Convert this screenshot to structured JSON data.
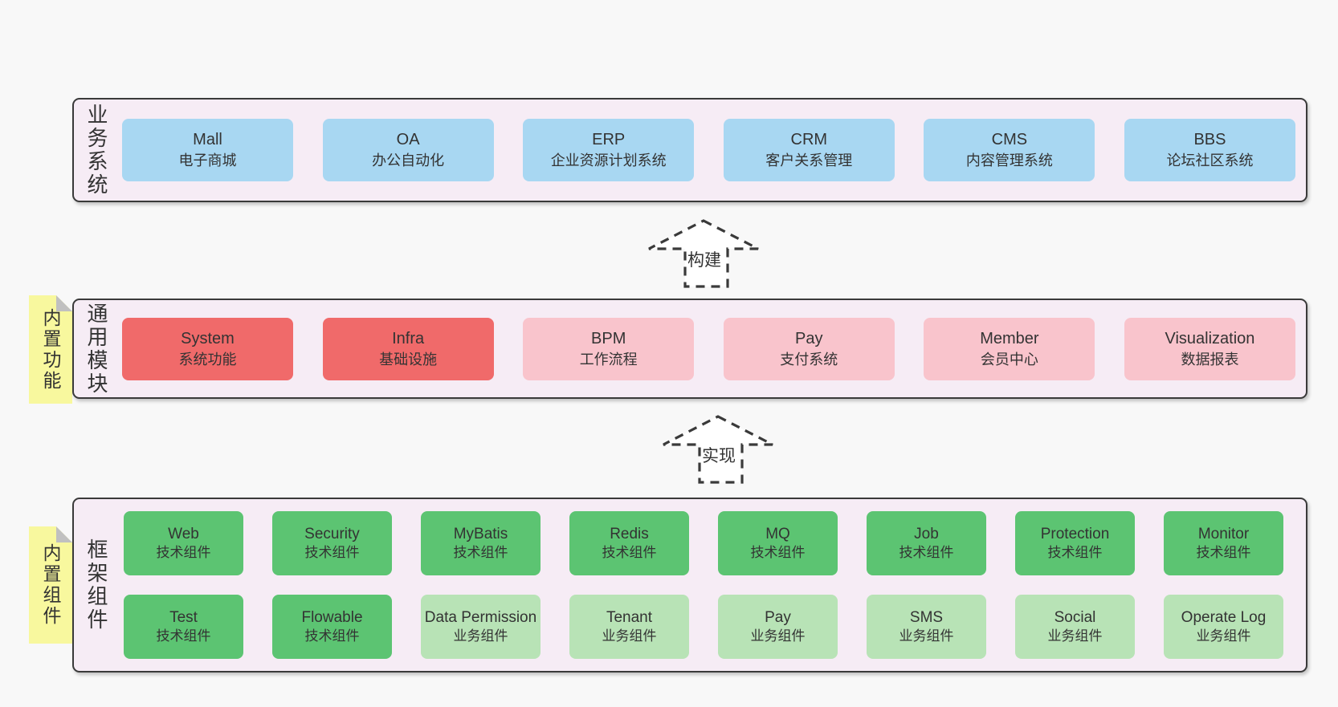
{
  "colors": {
    "page_bg": "#f8f8f8",
    "band_bg": "#f6ecf5",
    "band_border": "#3a3a3a",
    "box_blue": "#a8d7f2",
    "box_red": "#f06a6a",
    "box_pink": "#f9c4cc",
    "box_green": "#5cc472",
    "box_light_green": "#b8e3b6",
    "note_yellow": "#f8f89e",
    "note_fold_gray": "#c0c0c0",
    "arrow_stroke": "#3a3a3a",
    "arrow_fill": "#ffffff",
    "text_dark": "#333333"
  },
  "layers": [
    {
      "label": "业务系统",
      "boxes": [
        {
          "name": "Mall",
          "subtitle": "电子商城"
        },
        {
          "name": "OA",
          "subtitle": "办公自动化"
        },
        {
          "name": "ERP",
          "subtitle": "企业资源计划系统"
        },
        {
          "name": "CRM",
          "subtitle": "客户关系管理"
        },
        {
          "name": "CMS",
          "subtitle": "内容管理系统"
        },
        {
          "name": "BBS",
          "subtitle": "论坛社区系统"
        }
      ]
    },
    {
      "label": "通用模块",
      "note": "内置功能",
      "boxes": [
        {
          "name": "System",
          "subtitle": "系统功能"
        },
        {
          "name": "Infra",
          "subtitle": "基础设施"
        },
        {
          "name": "BPM",
          "subtitle": "工作流程"
        },
        {
          "name": "Pay",
          "subtitle": "支付系统"
        },
        {
          "name": "Member",
          "subtitle": "会员中心"
        },
        {
          "name": "Visualization",
          "subtitle": "数据报表"
        }
      ]
    },
    {
      "label": "框架组件",
      "note": "内置组件",
      "rows": [
        [
          {
            "name": "Web",
            "subtitle": "技术组件"
          },
          {
            "name": "Security",
            "subtitle": "技术组件"
          },
          {
            "name": "MyBatis",
            "subtitle": "技术组件"
          },
          {
            "name": "Redis",
            "subtitle": "技术组件"
          },
          {
            "name": "MQ",
            "subtitle": "技术组件"
          },
          {
            "name": "Job",
            "subtitle": "技术组件"
          },
          {
            "name": "Protection",
            "subtitle": "技术组件"
          },
          {
            "name": "Monitor",
            "subtitle": "技术组件"
          }
        ],
        [
          {
            "name": "Test",
            "subtitle": "技术组件"
          },
          {
            "name": "Flowable",
            "subtitle": "技术组件"
          },
          {
            "name": "Data Permission",
            "subtitle": "业务组件"
          },
          {
            "name": "Tenant",
            "subtitle": "业务组件"
          },
          {
            "name": "Pay",
            "subtitle": "业务组件"
          },
          {
            "name": "SMS",
            "subtitle": "业务组件"
          },
          {
            "name": "Social",
            "subtitle": "业务组件"
          },
          {
            "name": "Operate Log",
            "subtitle": "业务组件"
          }
        ]
      ]
    }
  ],
  "arrows": [
    {
      "label": "构建"
    },
    {
      "label": "实现"
    }
  ]
}
